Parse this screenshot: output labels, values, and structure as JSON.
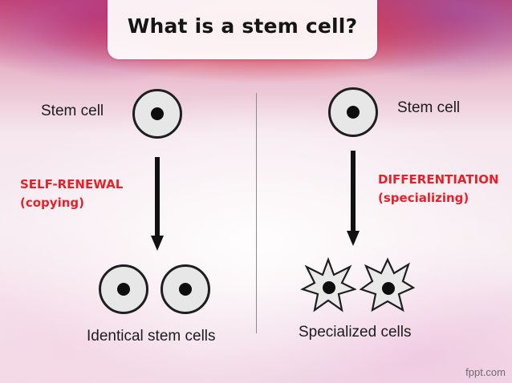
{
  "slide": {
    "title": "What is a stem cell?",
    "watermark": "fppt.com"
  },
  "left": {
    "stem_cell_label": "Stem cell",
    "process_line1": "SELF-RENEWAL",
    "process_line2": "(copying)",
    "result_label": "Identical stem cells"
  },
  "right": {
    "stem_cell_label": "Stem cell",
    "process_line1": "DIFFERENTIATION",
    "process_line2": "(specializing)",
    "result_label": "Specialized cells"
  },
  "colors": {
    "accent_red": "#e8202a",
    "cell_fill": "#e7e7e7",
    "outline": "#1e1e1e"
  }
}
